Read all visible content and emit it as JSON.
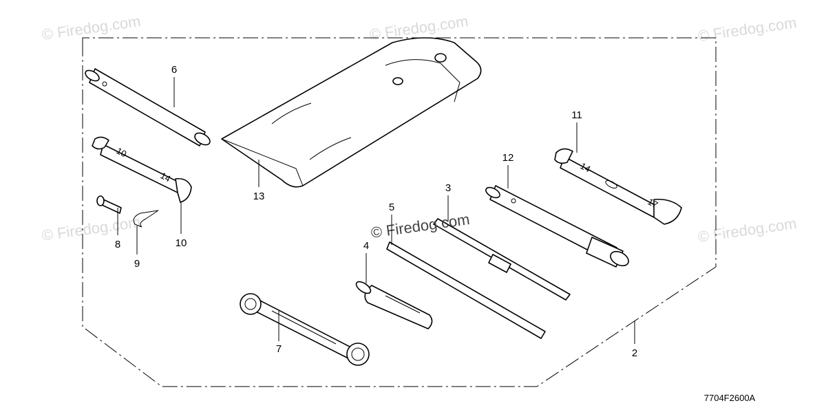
{
  "watermarks": {
    "top_left": "© Firedog.com",
    "top_center": "© Firedog.com",
    "top_right": "© Firedog.com",
    "mid_left": "© Firedog.com",
    "center": "© Firedog.com",
    "mid_right": "© Firedog.com"
  },
  "callouts": {
    "c2": "2",
    "c3": "3",
    "c4": "4",
    "c5": "5",
    "c6": "6",
    "c7": "7",
    "c8": "8",
    "c9": "9",
    "c10": "10",
    "c11": "11",
    "c12": "12",
    "c13": "13"
  },
  "diagram_code": "7704F2600A",
  "wrench_marks": {
    "w10_a": "10",
    "w10_b": "14",
    "w11_a": "14",
    "w11_b": "17"
  }
}
